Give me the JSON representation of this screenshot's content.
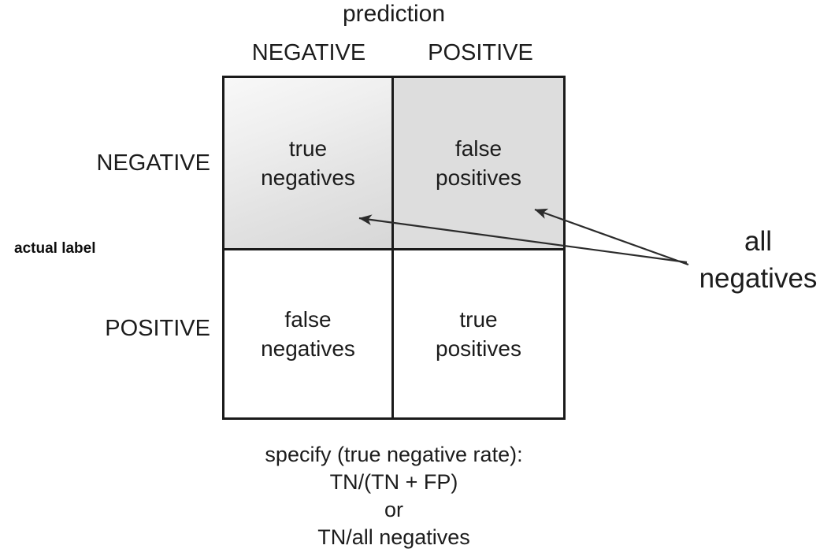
{
  "diagram": {
    "prediction_title": "prediction",
    "actual_label": "actual label",
    "column_headers": {
      "negative": "NEGATIVE",
      "positive": "POSITIVE"
    },
    "row_headers": {
      "negative": "NEGATIVE",
      "positive": "POSITIVE"
    },
    "cells": {
      "true_negatives": "true\nnegatives",
      "false_positives": "false\npositives",
      "false_negatives": "false\nnegatives",
      "true_positives": "true\npositives"
    },
    "annotation": {
      "all_negatives": "all\nnegatives"
    },
    "caption": {
      "line1": "specify (true negative rate):",
      "line2": "TN/(TN + FP)",
      "line3": "or",
      "line4": "TN/all negatives"
    },
    "colors": {
      "border": "#1a1a1a",
      "text": "#1c1c1c",
      "highlight_fill": "#dddddd",
      "highlight_gradient_start": "#f8f8f8",
      "highlight_gradient_end": "#d7d7d7",
      "plain_fill": "#ffffff",
      "arrow": "#333333"
    }
  },
  "chart_data": {
    "type": "table",
    "title": "prediction",
    "xlabel": "prediction",
    "ylabel": "actual label",
    "columns": [
      "NEGATIVE",
      "POSITIVE"
    ],
    "rows": [
      "NEGATIVE",
      "POSITIVE"
    ],
    "cells": [
      [
        "true negatives",
        "false positives"
      ],
      [
        "false negatives",
        "true positives"
      ]
    ],
    "highlighted_cells": [
      "true negatives",
      "false positives"
    ],
    "annotations": [
      {
        "text": "all negatives",
        "points_to": [
          "true negatives",
          "false positives"
        ]
      }
    ],
    "formula": "specify (true negative rate): TN/(TN + FP) or TN/all negatives"
  }
}
